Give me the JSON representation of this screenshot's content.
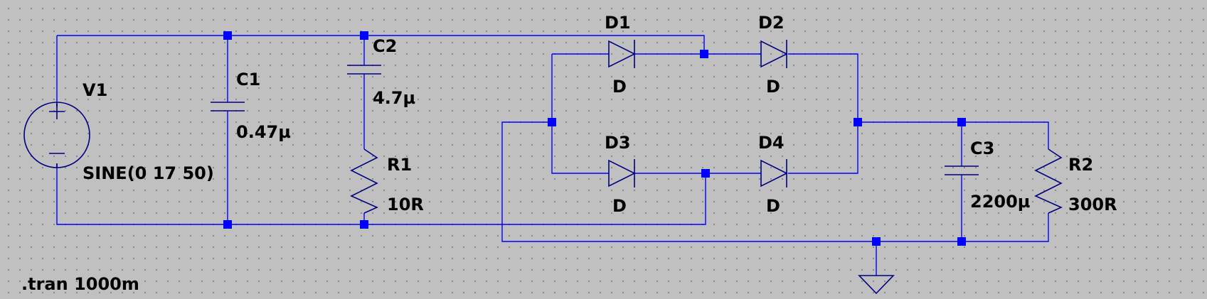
{
  "schematic": {
    "colors": {
      "wire": "#0000ff",
      "component": "#000080",
      "label": "#000000",
      "background": "#c0c0c0"
    },
    "components": {
      "V1": {
        "name": "V1",
        "value": "SINE(0 17 50)"
      },
      "C1": {
        "name": "C1",
        "value": "0.47µ"
      },
      "C2": {
        "name": "C2",
        "value": "4.7µ"
      },
      "R1": {
        "name": "R1",
        "value": "10R"
      },
      "D1": {
        "name": "D1",
        "value": "D"
      },
      "D2": {
        "name": "D2",
        "value": "D"
      },
      "D3": {
        "name": "D3",
        "value": "D"
      },
      "D4": {
        "name": "D4",
        "value": "D"
      },
      "C3": {
        "name": "C3",
        "value": "2200µ"
      },
      "R2": {
        "name": "R2",
        "value": "300R"
      }
    },
    "directive": ".tran 1000m"
  }
}
